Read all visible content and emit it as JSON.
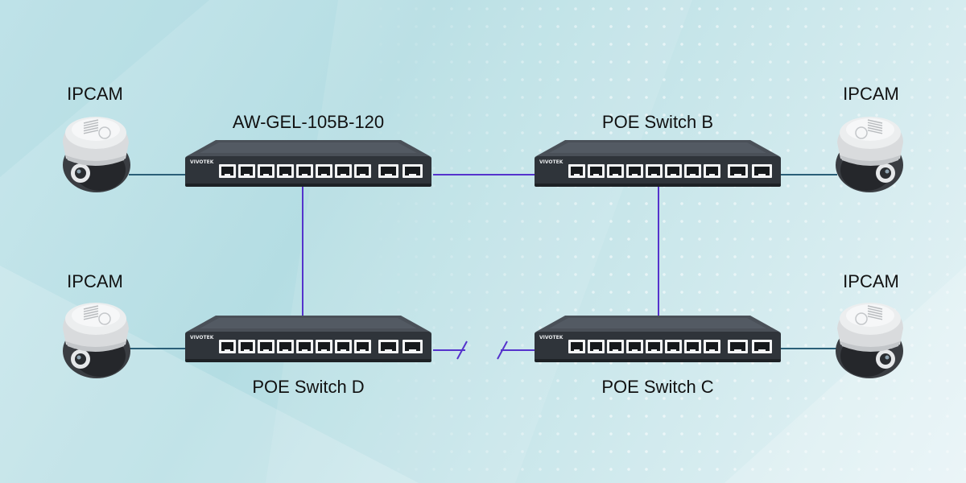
{
  "labels": {
    "ipcam_top_left": "IPCAM",
    "ipcam_bottom_left": "IPCAM",
    "ipcam_top_right": "IPCAM",
    "ipcam_bottom_right": "IPCAM",
    "switch_a": "AW-GEL-105B-120",
    "switch_b": "POE Switch B",
    "switch_c": "POE Switch C",
    "switch_d": "POE Switch D"
  },
  "brand_text": "VIVOTEK",
  "colors": {
    "switch_link": "#5533cc",
    "camera_link": "#2a5f78",
    "switch_body": "#2f343a",
    "switch_top": "#4a5058"
  }
}
